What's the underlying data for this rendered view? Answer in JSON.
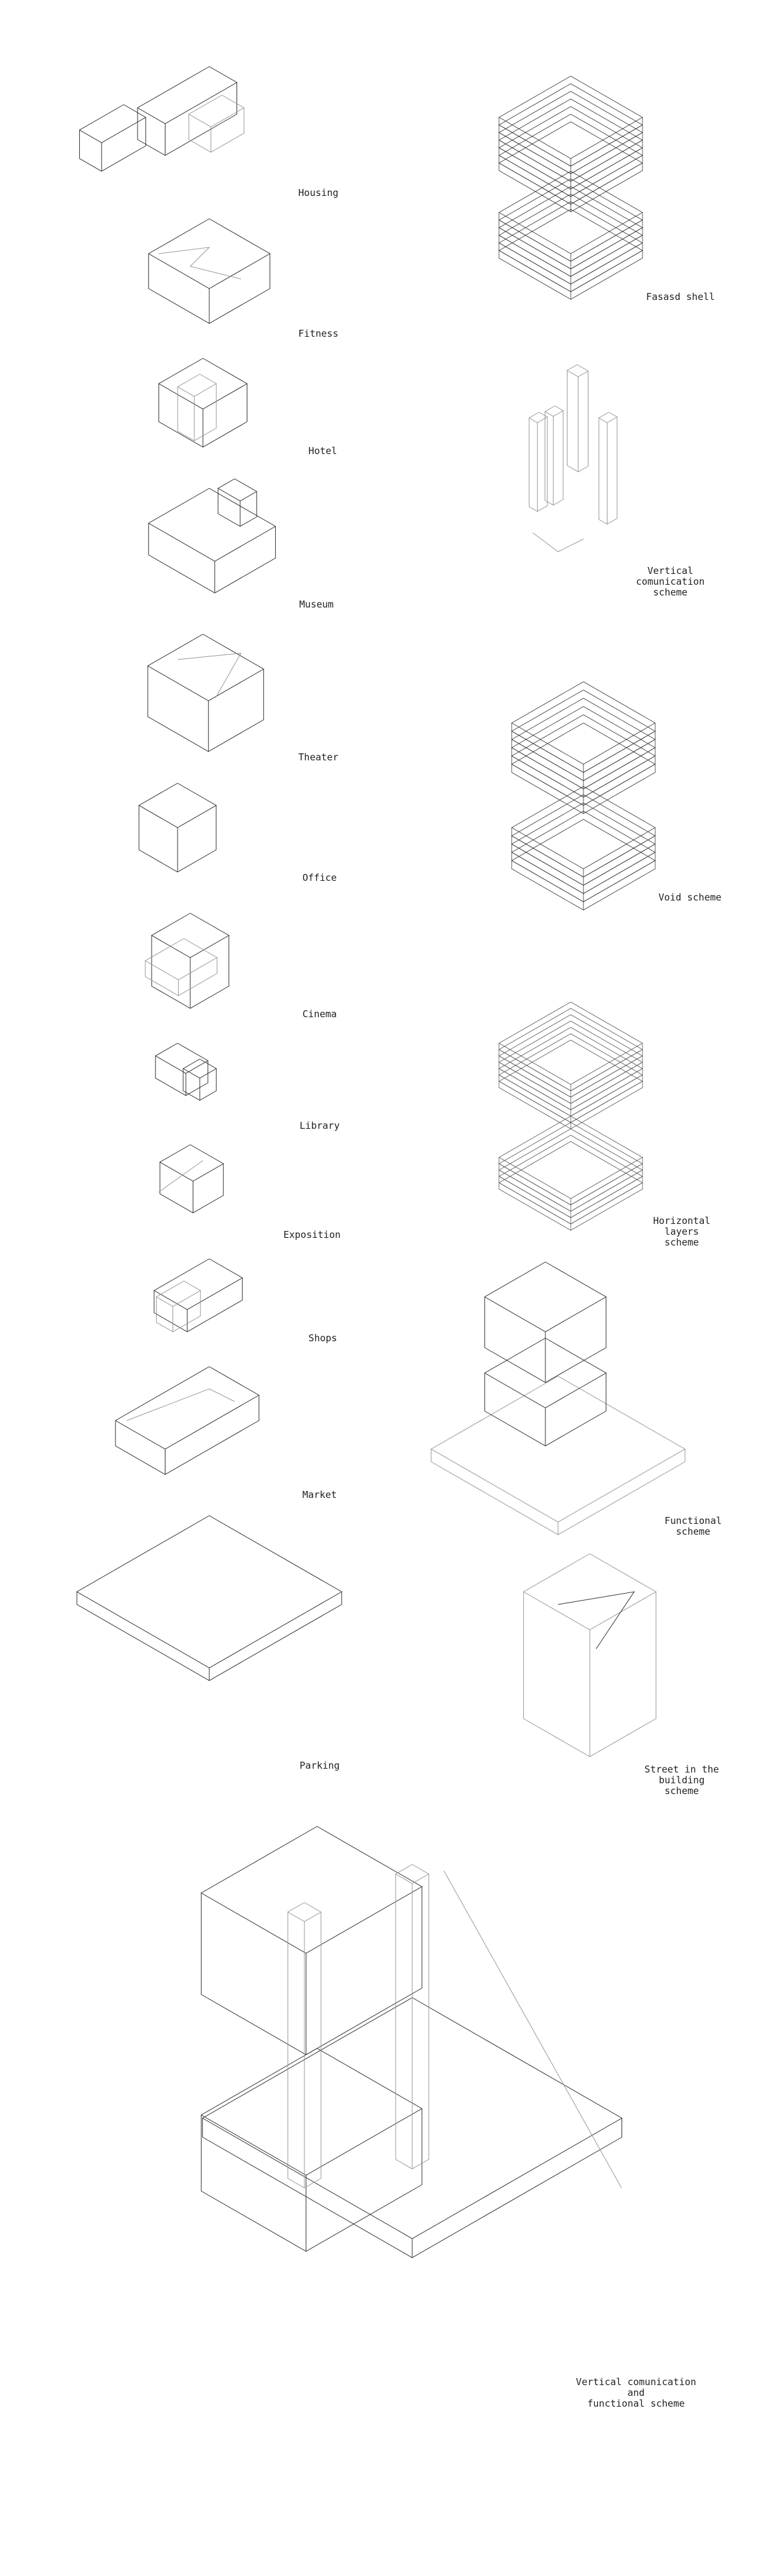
{
  "left_column": [
    {
      "id": "housing",
      "label": "Housing"
    },
    {
      "id": "fitness",
      "label": "Fitness"
    },
    {
      "id": "hotel",
      "label": "Hotel"
    },
    {
      "id": "museum",
      "label": "Museum"
    },
    {
      "id": "theater",
      "label": "Theater"
    },
    {
      "id": "office",
      "label": "Office"
    },
    {
      "id": "cinema",
      "label": "Cinema"
    },
    {
      "id": "library",
      "label": "Library"
    },
    {
      "id": "exposition",
      "label": "Exposition"
    },
    {
      "id": "shops",
      "label": "Shops"
    },
    {
      "id": "market",
      "label": "Market"
    },
    {
      "id": "parking",
      "label": "Parking"
    }
  ],
  "right_column": [
    {
      "id": "facade",
      "label": "Fasasd shell"
    },
    {
      "id": "vertical",
      "label": "Vertical comunication\nscheme"
    },
    {
      "id": "void",
      "label": "Void scheme"
    },
    {
      "id": "horizontal",
      "label": "Horizontal layers\nscheme"
    },
    {
      "id": "functional",
      "label": "Functional scheme"
    },
    {
      "id": "street",
      "label": "Street in the\nbuilding scheme"
    }
  ],
  "final": {
    "label": "Vertical comunication and\nfunctional scheme"
  },
  "colors": {
    "line": "#333333",
    "light_line": "#999999"
  }
}
